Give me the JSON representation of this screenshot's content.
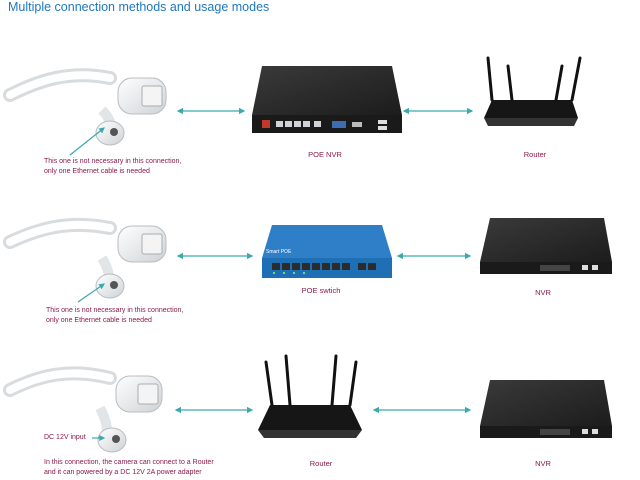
{
  "header": {
    "title": "Multiple connection methods and usage modes"
  },
  "rows": [
    {
      "note_lines": [
        "This one is not necessary in this connection,",
        "only one  Ethernet cable is needed"
      ],
      "device_middle": "POE NVR",
      "device_right": "Router"
    },
    {
      "note_lines": [
        "This one is not necessary in this connection,",
        "only one  Ethernet cable is needed"
      ],
      "device_middle": "POE swtich",
      "switch_brand": "Smart POE",
      "device_right": "NVR"
    },
    {
      "dc_label": "DC 12V input",
      "note_lines": [
        "In this connection, the camera can connect to a Router",
        "and it can powered  by a DC 12V 2A power adapter"
      ],
      "device_middle": "Router",
      "device_right": "NVR"
    }
  ],
  "colors": {
    "title": "#1f78c1",
    "label": "#8b1a4b",
    "arrow": "#3ba9ad",
    "device_body": "#2b2b2b",
    "switch_body": "#1f6fb5"
  }
}
